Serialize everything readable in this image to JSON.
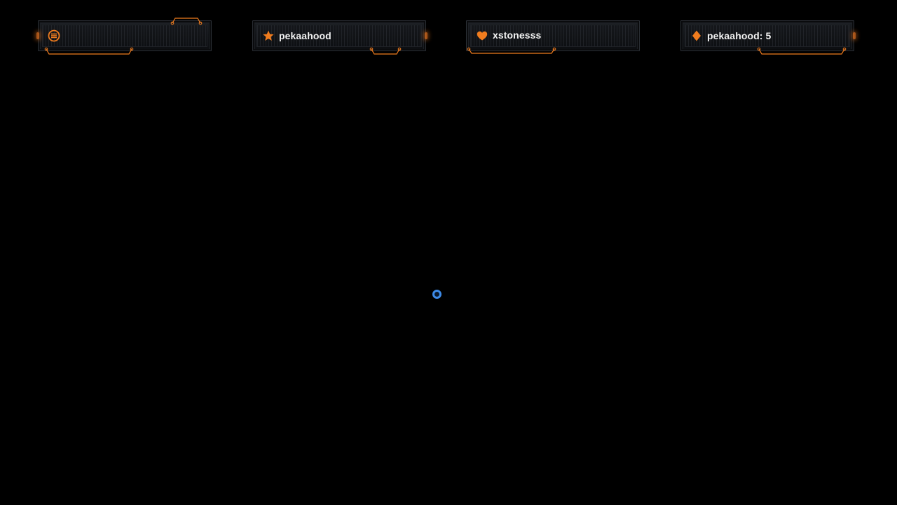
{
  "accent_color": "#f07c1e",
  "loader_color": "#3d8be8",
  "widgets": [
    {
      "icon": "streamlabs-icon",
      "label": ""
    },
    {
      "icon": "star-icon",
      "label": "pekaahood"
    },
    {
      "icon": "heart-icon",
      "label": "xstonesss"
    },
    {
      "icon": "diamond-icon",
      "label": "pekaahood: 5"
    }
  ],
  "loader": {
    "icon": "loading-spinner-icon"
  }
}
